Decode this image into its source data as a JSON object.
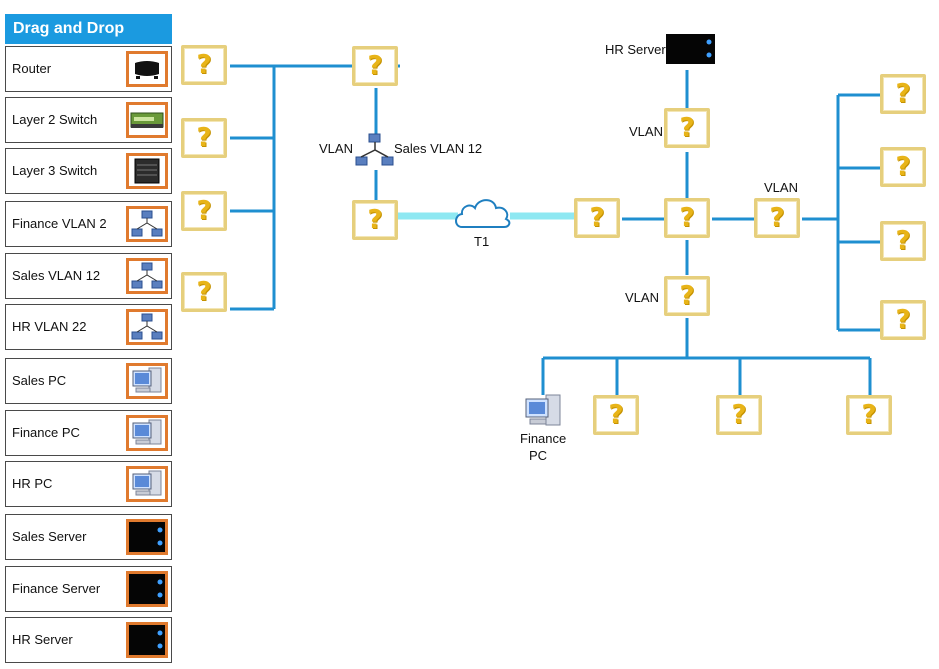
{
  "panel": {
    "title": "Drag and Drop",
    "items": [
      {
        "label": "Router",
        "icon": "router-icon"
      },
      {
        "label": "Layer 2 Switch",
        "icon": "layer2-switch-icon"
      },
      {
        "label": "Layer 3 Switch",
        "icon": "layer3-switch-icon"
      },
      {
        "label": "Finance VLAN 2",
        "icon": "vlan-network-icon"
      },
      {
        "label": "Sales VLAN 12",
        "icon": "vlan-network-icon"
      },
      {
        "label": "HR VLAN 22",
        "icon": "vlan-network-icon"
      },
      {
        "label": "Sales PC",
        "icon": "pc-icon"
      },
      {
        "label": "Finance PC",
        "icon": "pc-icon"
      },
      {
        "label": "HR PC",
        "icon": "pc-icon"
      },
      {
        "label": "Sales Server",
        "icon": "server-icon"
      },
      {
        "label": "Finance Server",
        "icon": "server-icon"
      },
      {
        "label": "HR Server",
        "icon": "server-icon"
      }
    ]
  },
  "diagram": {
    "placeholder": "?",
    "labels": {
      "vlan_left": "VLAN",
      "sales_vlan": "Sales VLAN 12",
      "t1": "T1",
      "hr_server": "HR Server",
      "vlan_top": "VLAN",
      "vlan_right": "VLAN",
      "vlan_mid": "VLAN",
      "finance": "Finance",
      "pc": "PC"
    }
  },
  "colors": {
    "accent": "#1b9ae0",
    "line": "#1f8fd0",
    "t1_link": "#8ee8f2",
    "drop_border": "#e6cf7d",
    "question": "#e8b418",
    "item_border": "#e07a2e"
  }
}
